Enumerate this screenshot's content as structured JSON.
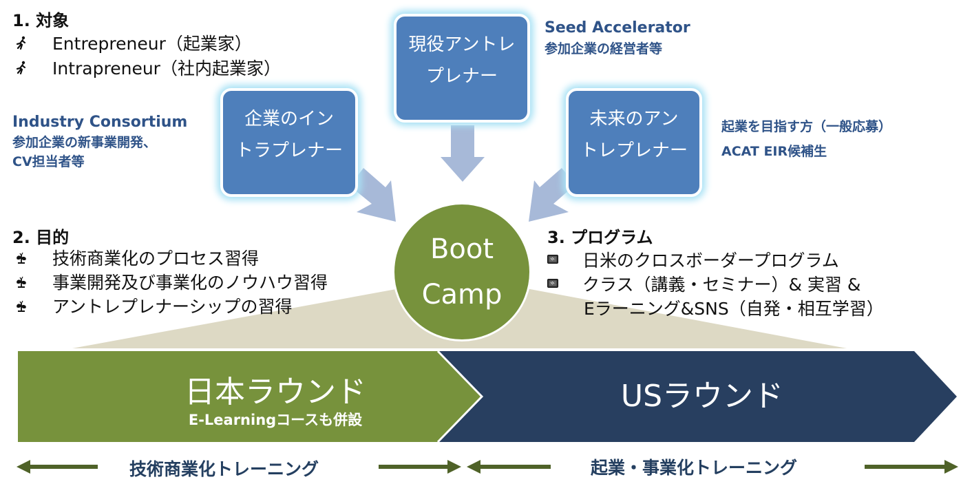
{
  "colors": {
    "role_box": "#4e7fbb",
    "glow": "#a9e2f5",
    "arrow_flow": "#a7b9d8",
    "bootcamp": "#77923c",
    "beige": "#ddd9c4",
    "japan_round": "#77923c",
    "us_round": "#283f60",
    "timeline_arrow": "#4f6228",
    "note_text": "#2f5388"
  },
  "section1": {
    "title": "1. 対象",
    "icon": "runner-icon",
    "items": [
      {
        "text": "Entrepreneur（起業家）"
      },
      {
        "text": "Intrapreneur（社内起業家）"
      }
    ]
  },
  "section2": {
    "title": "2. 目的",
    "icon": "seedling-icon",
    "items": [
      {
        "text": "技術商業化のプロセス習得"
      },
      {
        "text": "事業開発及び事業化のノウハウ習得"
      },
      {
        "text": "アントレプレナーシップの習得"
      }
    ]
  },
  "section3": {
    "title": "3. プログラム",
    "icon": "monitor-icon",
    "items": [
      {
        "text": "日米のクロスボーダープログラム"
      },
      {
        "text": "クラス（講義・セミナー）& 実習 &",
        "continuation": "Eラーニング&SNS（自発・相互学習）"
      }
    ]
  },
  "roles": {
    "corporate": {
      "line1": "企業のイン",
      "line2": "トラプレナー"
    },
    "current": {
      "line1": "現役アントレ",
      "line2": "プレナー"
    },
    "future": {
      "line1": "未来のアン",
      "line2": "トレプレナー"
    }
  },
  "notes": {
    "industry": {
      "en": "Industry Consortium",
      "jp1": "参加企業の新事業開発、",
      "jp2": "CV担当者等"
    },
    "seed": {
      "en": "Seed Accelerator",
      "jp1": "参加企業の経営者等"
    },
    "public": {
      "jp1": "起業を目指す方（一般応募）",
      "jp2": "ACAT EIR候補生"
    }
  },
  "bootcamp": {
    "line1": "Boot",
    "line2": "Camp"
  },
  "rounds": {
    "japan": {
      "title": "日本ラウンド",
      "subtitle": "E-Learningコースも併設"
    },
    "us": {
      "title": "USラウンド"
    }
  },
  "training": {
    "left": "技術商業化トレーニング",
    "right": "起業・事業化トレーニング"
  }
}
